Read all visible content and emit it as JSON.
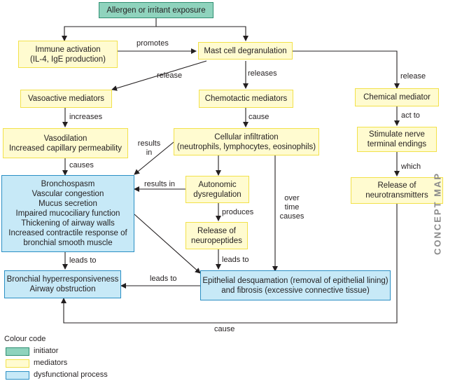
{
  "nodes": {
    "allergen": "Allergen or irritant exposure",
    "immune": "Immune activation\n(IL-4, IgE production)",
    "mast": "Mast cell degranulation",
    "vasoactive": "Vasoactive mediators",
    "chemotactic": "Chemotactic mediators",
    "chemical": "Chemical mediator",
    "vasodilation": "Vasodilation\nIncreased capillary permeability",
    "infiltration": "Cellular infiltration\n(neutrophils, lymphocytes, eosinophils)",
    "stimulate": "Stimulate nerve\nterminal endings",
    "bronchospasm": "Bronchospasm\nVascular congestion\nMucus secretion\nImpaired mucociliary function\nThickening of airway walls\nIncreased contractile response of\nbronchial smooth muscle",
    "autonomic": "Autonomic\ndysregulation",
    "release_neurotransmitters": "Release of\nneurotransmitters",
    "neuropeptides": "Release of\nneuropeptides",
    "hyperresponsiveness": "Bronchial hyperresponsiveness\nAirway obstruction",
    "desquamation": "Epithelial desquamation (removal of epithelial lining)\nand fibrosis (excessive connective tissue)"
  },
  "edge_labels": {
    "promotes": "promotes",
    "release_left": "release",
    "releases_mid": "releases",
    "release_right": "release",
    "increases": "increases",
    "cause_mid": "cause",
    "act_to": "act to",
    "results_in_diag": "results\nin",
    "causes_left": "causes",
    "which": "which",
    "results_in_horiz": "results in",
    "produces": "produces",
    "over_time_causes": "over\ntime\ncauses",
    "leads_to_left": "leads to",
    "leads_to_mid": "leads to",
    "leads_to_bottom": "leads to",
    "cause_bottom": "cause"
  },
  "side_title": "CONCEPT MAP",
  "legend": {
    "title": "Colour code",
    "items": [
      {
        "label": "initiator",
        "color": "#8fd3bd"
      },
      {
        "label": "mediators",
        "color": "#fffbd0"
      },
      {
        "label": "dysfunctional process",
        "color": "#c7e9f7"
      }
    ]
  }
}
